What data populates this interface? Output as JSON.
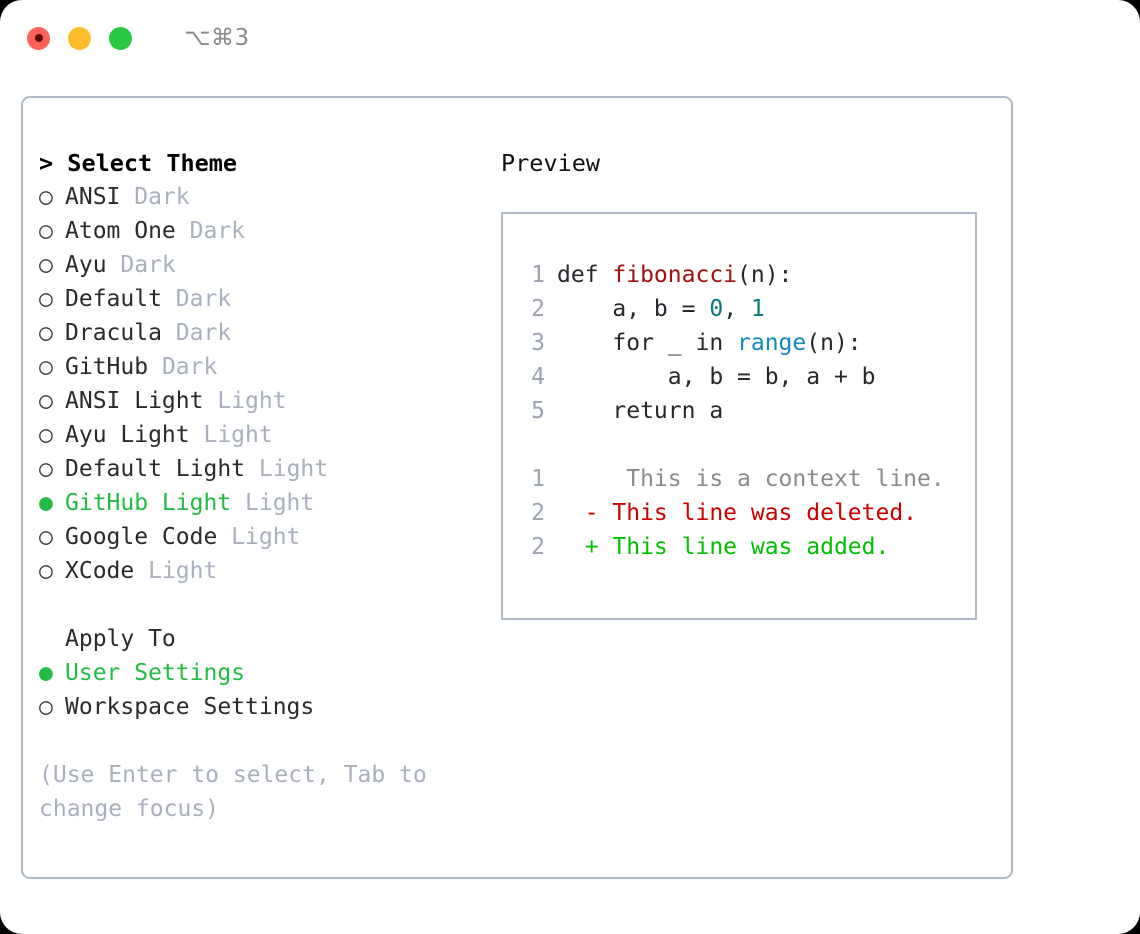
{
  "titlebar": {
    "shortcut": "⌥⌘3",
    "lights": [
      "close-red",
      "minimize-yellow",
      "maximize-green"
    ]
  },
  "left_panel": {
    "header": "> Select Theme",
    "themes": [
      {
        "marker": "○",
        "selected": false,
        "name": "ANSI",
        "kind": "Dark"
      },
      {
        "marker": "○",
        "selected": false,
        "name": "Atom One",
        "kind": "Dark"
      },
      {
        "marker": "○",
        "selected": false,
        "name": "Ayu",
        "kind": "Dark"
      },
      {
        "marker": "○",
        "selected": false,
        "name": "Default",
        "kind": "Dark"
      },
      {
        "marker": "○",
        "selected": false,
        "name": "Dracula",
        "kind": "Dark"
      },
      {
        "marker": "○",
        "selected": false,
        "name": "GitHub",
        "kind": "Dark"
      },
      {
        "marker": "○",
        "selected": false,
        "name": "ANSI Light",
        "kind": "Light"
      },
      {
        "marker": "○",
        "selected": false,
        "name": "Ayu Light",
        "kind": "Light"
      },
      {
        "marker": "○",
        "selected": false,
        "name": "Default Light",
        "kind": "Light"
      },
      {
        "marker": "●",
        "selected": true,
        "name": "GitHub Light",
        "kind": "Light"
      },
      {
        "marker": "○",
        "selected": false,
        "name": "Google Code",
        "kind": "Light"
      },
      {
        "marker": "○",
        "selected": false,
        "name": "XCode",
        "kind": "Light"
      }
    ],
    "apply_to": {
      "label": "Apply To",
      "options": [
        {
          "marker": "●",
          "selected": true,
          "label": "User Settings"
        },
        {
          "marker": "○",
          "selected": false,
          "label": "Workspace Settings"
        }
      ]
    },
    "hint": "(Use Enter to select, Tab to change focus)"
  },
  "right_panel": {
    "title": "Preview",
    "code_lines": [
      {
        "num": "1",
        "segments": [
          {
            "text": "def ",
            "tok": "plain"
          },
          {
            "text": "fibonacci",
            "tok": "func"
          },
          {
            "text": "(n):",
            "tok": "plain"
          }
        ]
      },
      {
        "num": "2",
        "segments": [
          {
            "text": "    a, b = ",
            "tok": "plain"
          },
          {
            "text": "0",
            "tok": "num"
          },
          {
            "text": ", ",
            "tok": "plain"
          },
          {
            "text": "1",
            "tok": "num"
          }
        ]
      },
      {
        "num": "3",
        "segments": [
          {
            "text": "    for _ in ",
            "tok": "plain"
          },
          {
            "text": "range",
            "tok": "call"
          },
          {
            "text": "(n):",
            "tok": "plain"
          }
        ]
      },
      {
        "num": "4",
        "segments": [
          {
            "text": "        a, b = b, a + b",
            "tok": "plain"
          }
        ]
      },
      {
        "num": "5",
        "segments": [
          {
            "text": "    return a",
            "tok": "plain"
          }
        ]
      }
    ],
    "diff_lines": [
      {
        "num": "1",
        "sign": " ",
        "text": "  This is a context line.",
        "kind": "ctx"
      },
      {
        "num": "2",
        "sign": "-",
        "text": " This line was deleted.",
        "kind": "del"
      },
      {
        "num": "2",
        "sign": "+",
        "text": " This line was added.",
        "kind": "add"
      }
    ]
  },
  "colors": {
    "accent_green": "#22bb44",
    "muted": "#a8b0bd",
    "border": "#b0b9c6",
    "diff_add": "#00c000",
    "diff_del": "#cc0000",
    "syntax_func": "#a01010",
    "syntax_num": "#0a7a7a",
    "syntax_call": "#1088c0"
  }
}
